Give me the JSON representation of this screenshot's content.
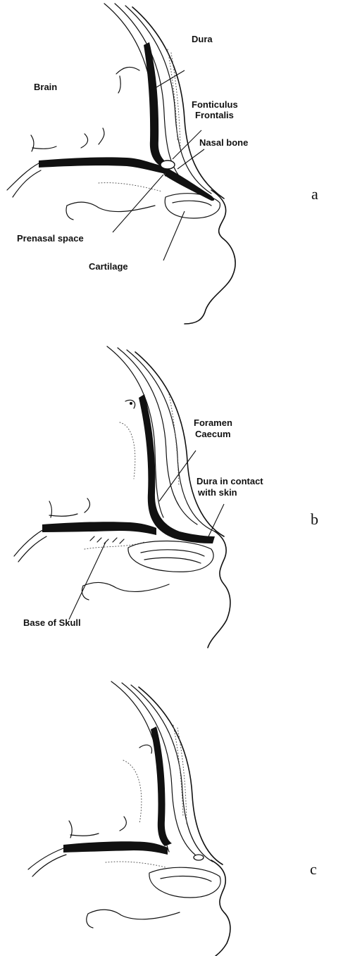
{
  "panels": [
    {
      "letter": "a",
      "labels": {
        "dura": "Dura",
        "brain": "Brain",
        "fonticulus_line1": "Fonticulus",
        "fonticulus_line2": "Frontalis",
        "nasal_bone": "Nasal bone",
        "prenasal_space": "Prenasal space",
        "cartilage": "Cartilage"
      }
    },
    {
      "letter": "b",
      "labels": {
        "foramen_line1": "Foramen",
        "foramen_line2": "Caecum",
        "dura_contact_line1": "Dura in contact",
        "dura_contact_line2": "with skin",
        "base_of_skull": "Base of Skull"
      }
    },
    {
      "letter": "c",
      "labels": {}
    }
  ]
}
